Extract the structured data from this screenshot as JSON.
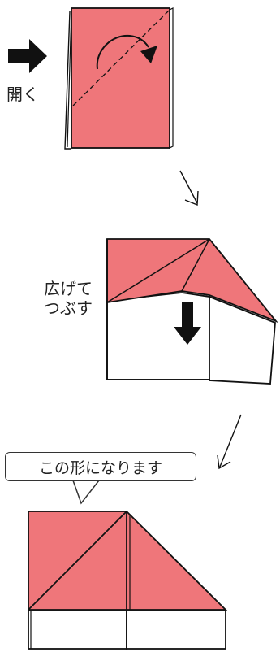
{
  "steps": {
    "open_label": "開く",
    "spread_label_line1": "広げて",
    "spread_label_line2": "つぶす",
    "result_bubble": "この形になります"
  },
  "colors": {
    "paper_front": "#ef767a",
    "paper_back": "#ffffff",
    "outline": "#111111",
    "arrow": "#111111"
  }
}
